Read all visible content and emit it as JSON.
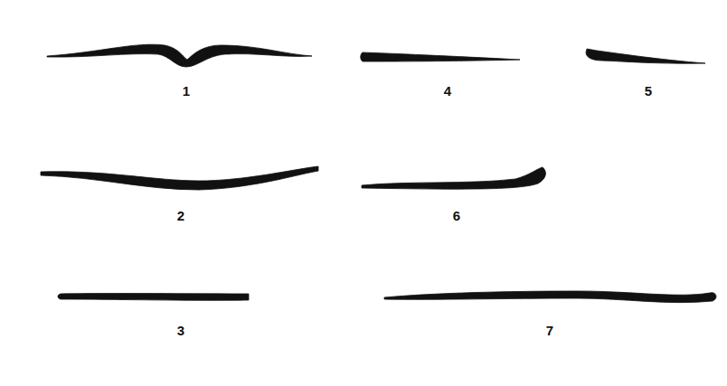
{
  "diagram": {
    "labels": [
      "1",
      "4",
      "5",
      "2",
      "6",
      "3",
      "7"
    ]
  }
}
